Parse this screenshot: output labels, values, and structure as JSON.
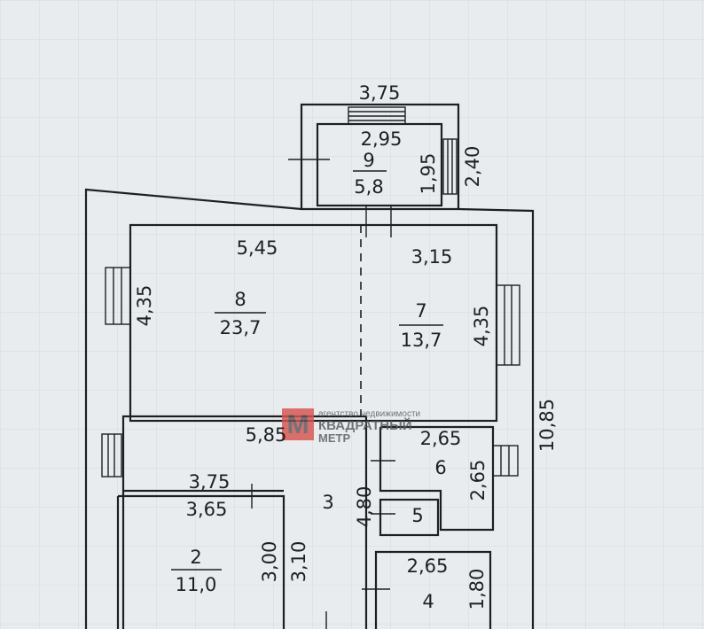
{
  "rooms": {
    "r9": {
      "number": "9",
      "area": "5,8"
    },
    "r8": {
      "number": "8",
      "area": "23,7"
    },
    "r7": {
      "number": "7",
      "area": "13,7"
    },
    "r6": {
      "number": "6"
    },
    "r5": {
      "number": "5"
    },
    "r4": {
      "number": "4"
    },
    "r3": {
      "number": "3"
    },
    "r2": {
      "number": "2",
      "area": "11,0"
    }
  },
  "dimensions": {
    "porch_outer_width": "3,75",
    "porch_inner_width": "2,95",
    "porch_inner_depth": "1,95",
    "porch_outer_depth": "2,40",
    "r8_width": "5,45",
    "r8_depth": "4,35",
    "r7_width": "3,15",
    "r7_depth": "4,35",
    "total_depth": "10,85",
    "r3_width": "5,85",
    "r6_width": "2,65",
    "r6_depth": "2,65",
    "r3_corridor_length": "4,80",
    "r2_width_top": "3,75",
    "r2_width_bottom": "3,65",
    "r2_depth_left": "3,00",
    "r2_depth_right": "3,10",
    "r4_width": "2,65",
    "r4_depth": "1,80"
  },
  "watermark": {
    "logo_letter": "М",
    "line1": "агентство недвижимости",
    "line2": "КВАДРАТНЫЙ",
    "line3": "МЕТР",
    "brand_color": "#d9534f"
  }
}
